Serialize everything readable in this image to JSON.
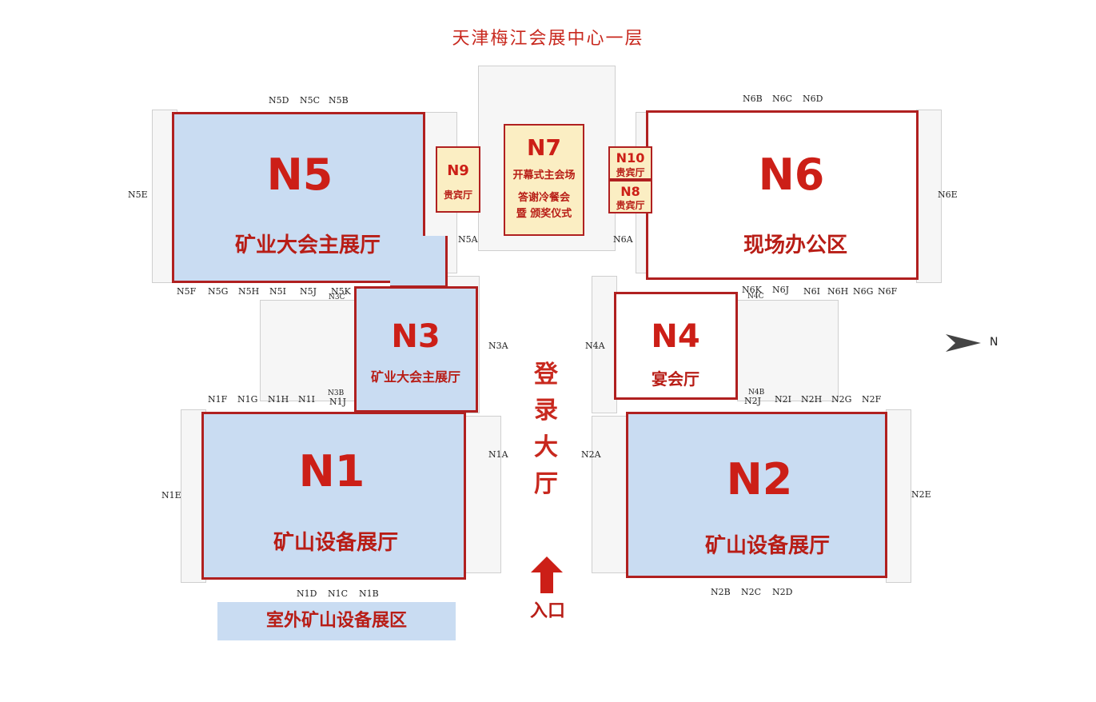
{
  "map": {
    "title": "天津梅江会展中心一层",
    "north_label": "N",
    "entrance_label": "入口",
    "lobby_chars": [
      "登",
      "录",
      "大",
      "厅"
    ],
    "outdoor_label": "室外矿山设备展区",
    "halls": {
      "n5": {
        "code": "N5",
        "name": "矿业大会主展厅"
      },
      "n6": {
        "code": "N6",
        "name": "现场办公区"
      },
      "n3": {
        "code": "N3",
        "name": "矿业大会主展厅"
      },
      "n4": {
        "code": "N4",
        "name": "宴会厅"
      },
      "n1": {
        "code": "N1",
        "name": "矿山设备展厅"
      },
      "n2": {
        "code": "N2",
        "name": "矿山设备展厅"
      },
      "n7": {
        "code": "N7",
        "line1": "开幕式主会场",
        "line2": "答谢冷餐会",
        "line3": "暨 颁奖仪式"
      },
      "n9": {
        "code": "N9",
        "name": "贵宾厅"
      },
      "n10": {
        "code": "N10",
        "name": "贵宾厅"
      },
      "n8": {
        "code": "N8",
        "name": "贵宾厅"
      }
    },
    "gates": {
      "n5d": "N5D",
      "n5c": "N5C",
      "n5b": "N5B",
      "n6b": "N6B",
      "n6c": "N6C",
      "n6d": "N6D",
      "n5e": "N5E",
      "n6e": "N6E",
      "n5a": "N5A",
      "n6a": "N6A",
      "n5f": "N5F",
      "n5g": "N5G",
      "n5h": "N5H",
      "n5i": "N5I",
      "n5j": "N5J",
      "n5k": "N5K",
      "n3c": "N3C",
      "n6k": "N6K",
      "n6j": "N6J",
      "n4c": "N4C",
      "n6i": "N6I",
      "n6h": "N6H",
      "n6g": "N6G",
      "n6f": "N6F",
      "n3a": "N3A",
      "n4a": "N4A",
      "n1f": "N1F",
      "n1g": "N1G",
      "n1h": "N1H",
      "n1i": "N1I",
      "n3b": "N3B",
      "n1j": "N1J",
      "n4b": "N4B",
      "n2j": "N2J",
      "n2i": "N2I",
      "n2h": "N2H",
      "n2g": "N2G",
      "n2f": "N2F",
      "n1a": "N1A",
      "n2a": "N2A",
      "n1e": "N1E",
      "n2e": "N2E",
      "n1d": "N1D",
      "n1c": "N1C",
      "n1b": "N1B",
      "n2b": "N2B",
      "n2c": "N2C",
      "n2d": "N2D"
    },
    "colors": {
      "accent": "#c8281e",
      "hall_blue": "#c9dcf2",
      "hall_border": "#b02020",
      "vip_yellow": "#fbeec3"
    }
  }
}
